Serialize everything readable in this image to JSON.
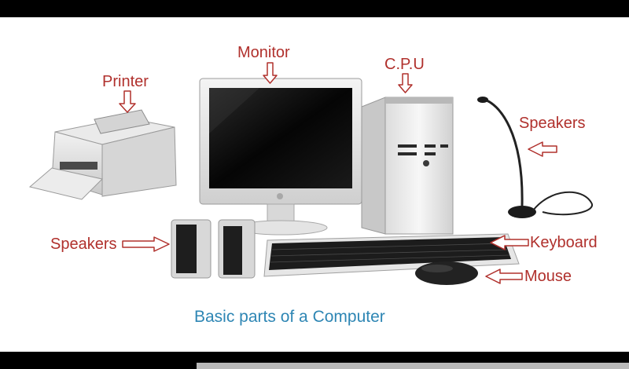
{
  "labels": {
    "monitor": "Monitor",
    "printer": "Printer",
    "cpu": "C.P.U",
    "speakers_right": "Speakers",
    "speakers_left": "Speakers",
    "keyboard": "Keyboard",
    "mouse": "Mouse"
  },
  "caption": "Basic parts of a Computer",
  "colors": {
    "label": "#b0302c",
    "caption": "#2e86b4",
    "arrow": "#b0302c",
    "bars": "#000000"
  }
}
